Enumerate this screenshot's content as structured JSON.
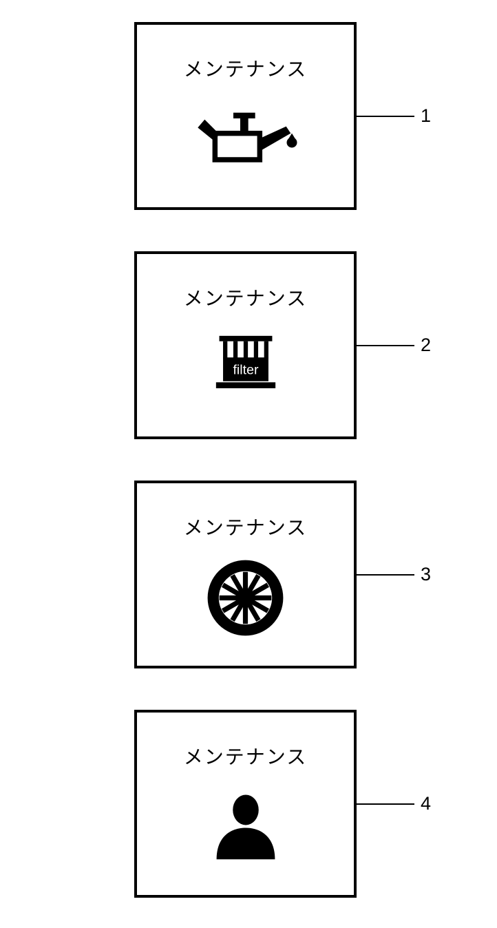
{
  "page": {
    "background_color": "#ffffff",
    "line_color": "#000000"
  },
  "panels": [
    {
      "title": "メンテナンス",
      "icon": "oil-can-icon",
      "callout": "1"
    },
    {
      "title": "メンテナンス",
      "icon": "oil-filter-icon",
      "icon_text": "filter",
      "callout": "2"
    },
    {
      "title": "メンテナンス",
      "icon": "tire-icon",
      "callout": "3"
    },
    {
      "title": "メンテナンス",
      "icon": "person-icon",
      "callout": "4"
    }
  ]
}
